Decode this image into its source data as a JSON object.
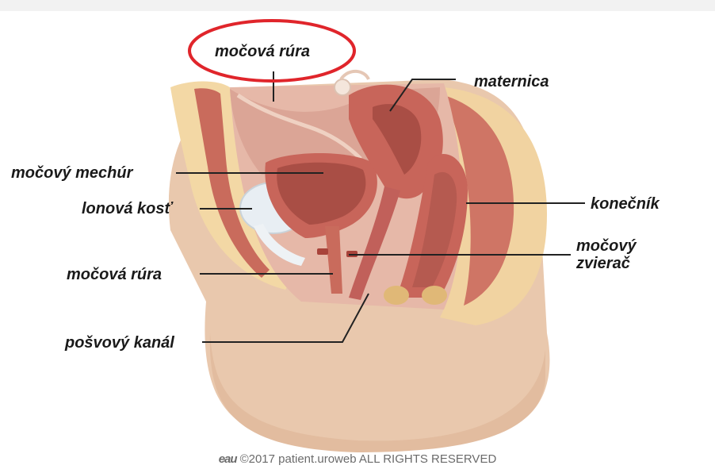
{
  "labels": {
    "highlighted_urethra": "močová rúra",
    "uterus": "maternica",
    "bladder": "močový mechúr",
    "pubic_bone": "lonová kosť",
    "rectum": "konečník",
    "urethra": "močová rúra",
    "sphincter_line1": "močový",
    "sphincter_line2": "zvierač",
    "vaginal_canal": "pošvový kanál"
  },
  "copyright": {
    "logo": "eau",
    "text": "©2017 patient.uroweb ALL RIGHTS RESERVED"
  },
  "colors": {
    "highlight_ring": "#e0252b",
    "skin": "#ebcbb3",
    "fat": "#f4d9a3",
    "muscle": "#c8675a",
    "inner": "#b8574c",
    "bone": "#e6edf2"
  }
}
